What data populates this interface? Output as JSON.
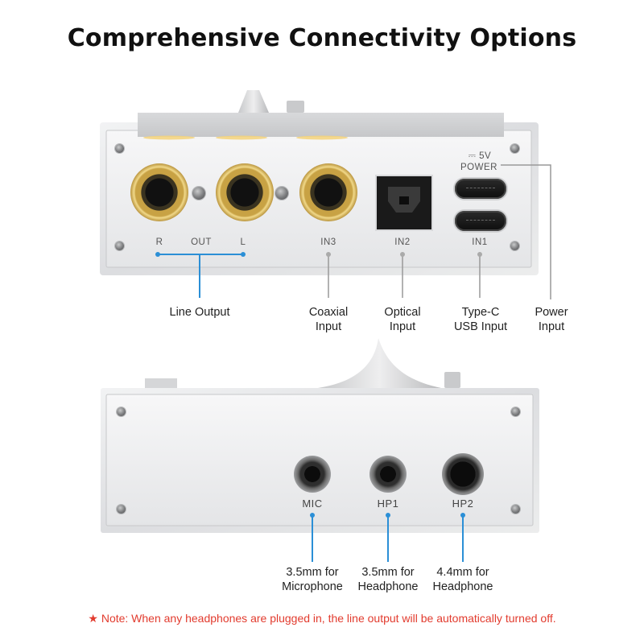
{
  "title": "Comprehensive Connectivity Options",
  "back_panel": {
    "labels": {
      "r": "R",
      "out": "OUT",
      "l": "L",
      "in3": "IN3",
      "in2": "IN2",
      "in1": "IN1",
      "power_top": "⎓ 5V",
      "power_bottom": "POWER"
    },
    "callouts": {
      "line_output": "Line Output",
      "coaxial_1": "Coaxial",
      "coaxial_2": "Input",
      "optical_1": "Optical",
      "optical_2": "Input",
      "typec_1": "Type-C",
      "typec_2": "USB Input",
      "power_1": "Power",
      "power_2": "Input"
    }
  },
  "front_panel": {
    "labels": {
      "mic": "MIC",
      "hp1": "HP1",
      "hp2": "HP2"
    },
    "callouts": {
      "mic_1": "3.5mm for",
      "mic_2": "Microphone",
      "hp1_1": "3.5mm for",
      "hp1_2": "Headphone",
      "hp2_1": "4.4mm for",
      "hp2_2": "Headphone"
    }
  },
  "note": {
    "star": "★",
    "text": " Note: When any headphones are plugged in, the line output will be automatically turned off."
  },
  "colors": {
    "leader_blue": "#2b8fd6",
    "leader_gray": "#999999",
    "note_red": "#e23b2e"
  }
}
